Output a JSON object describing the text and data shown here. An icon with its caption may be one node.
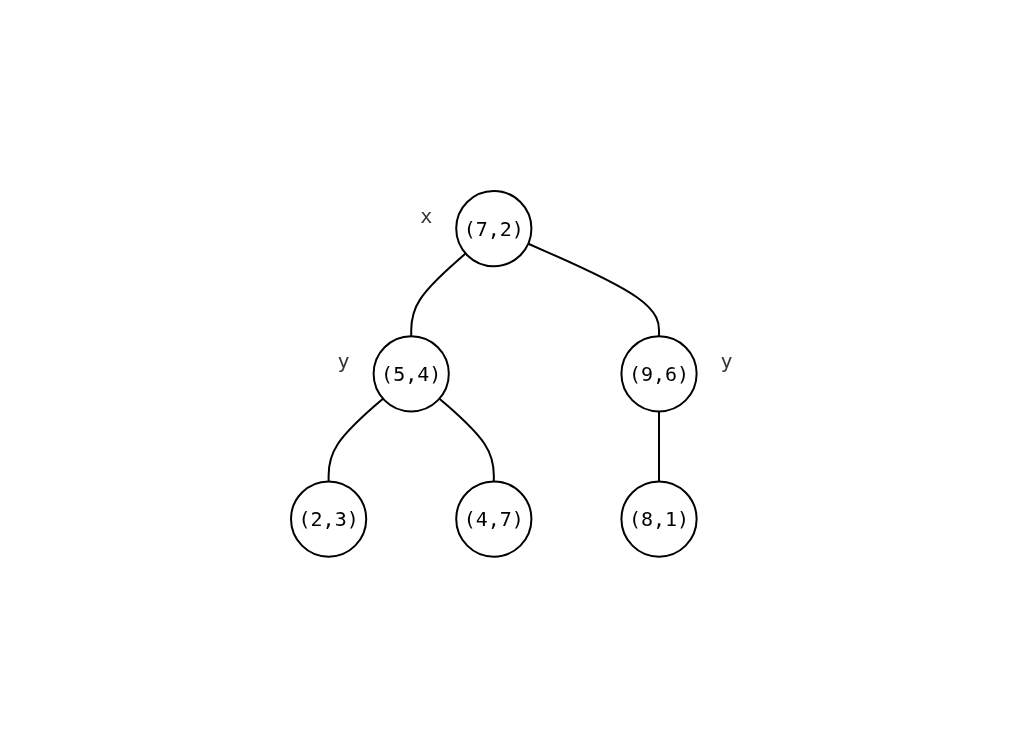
{
  "diagram": {
    "nodes": [
      {
        "text": [
          "(7,2)"
        ],
        "beside": [
          "x"
        ]
      },
      {
        "text": [
          "(5,4)"
        ],
        "beside": [
          "y"
        ]
      },
      {
        "text": [
          "(9,6)"
        ],
        "beside": [
          "y"
        ]
      },
      {
        "text": [
          "(2,3)"
        ]
      },
      {
        "text": [
          "(4,7)"
        ]
      },
      {
        "text": [
          "(8,1)"
        ]
      }
    ],
    "edges": [
      {
        "from": 0,
        "to": 1,
        "arrow": "none"
      },
      {
        "from": 0,
        "to": 2,
        "arrow": "none"
      },
      {
        "from": 1,
        "to": 3,
        "arrow": "none"
      },
      {
        "from": 1,
        "to": 4,
        "arrow": "none"
      },
      {
        "from": 2,
        "to": 5,
        "arrow": "none"
      }
    ]
  }
}
